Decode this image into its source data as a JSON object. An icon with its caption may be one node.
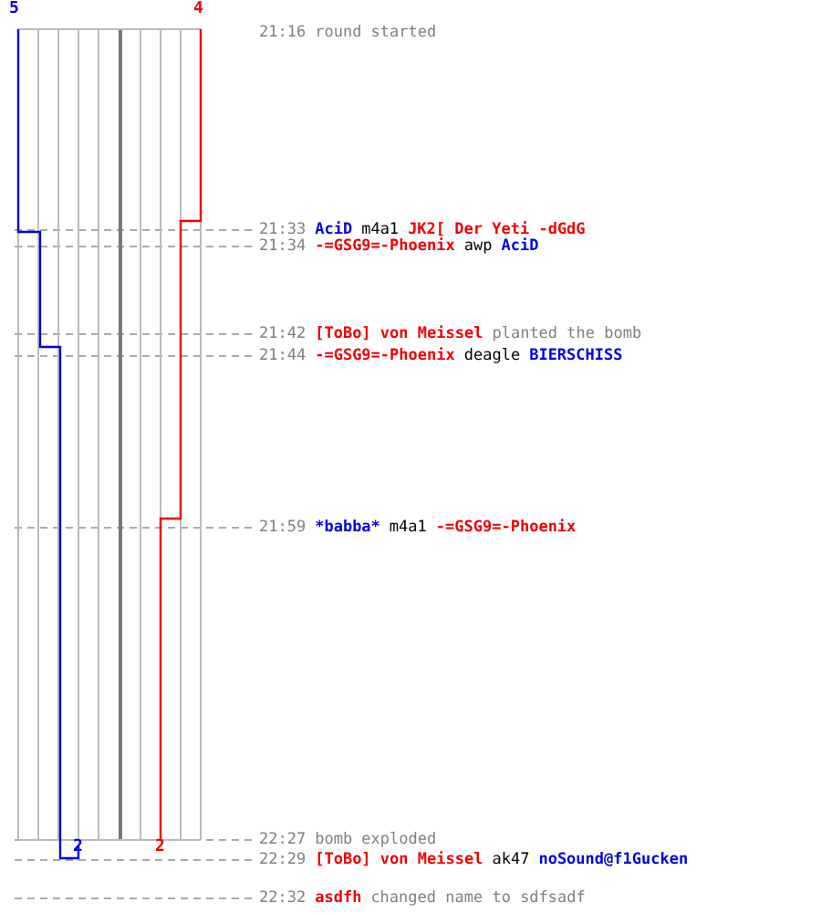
{
  "diagram": {
    "labels": [
      "5",
      "4",
      "21:16",
      "round started",
      "21:33",
      "AciD",
      "m4a1",
      "JK2[ Der Yeti -dGdG",
      "21:34",
      "-=GSG9=-Phoenix",
      "awp",
      "AciD",
      "21:42",
      "[ToBo] von Meissel",
      "planted the bomb",
      "21:44",
      "-=GSG9=-Phoenix",
      "deagle",
      "BIERSCHISS",
      "21:59",
      "*babba*",
      "m4a1",
      "-=GSG9=-Phoenix",
      "2",
      "2",
      "22:27",
      "bomb exploded",
      "22:29",
      "[ToBo] von Meissel",
      "ak47",
      "noSound@f1Gucken",
      "22:32",
      "asdfh",
      "changed name to sdfsadf"
    ]
  }
}
